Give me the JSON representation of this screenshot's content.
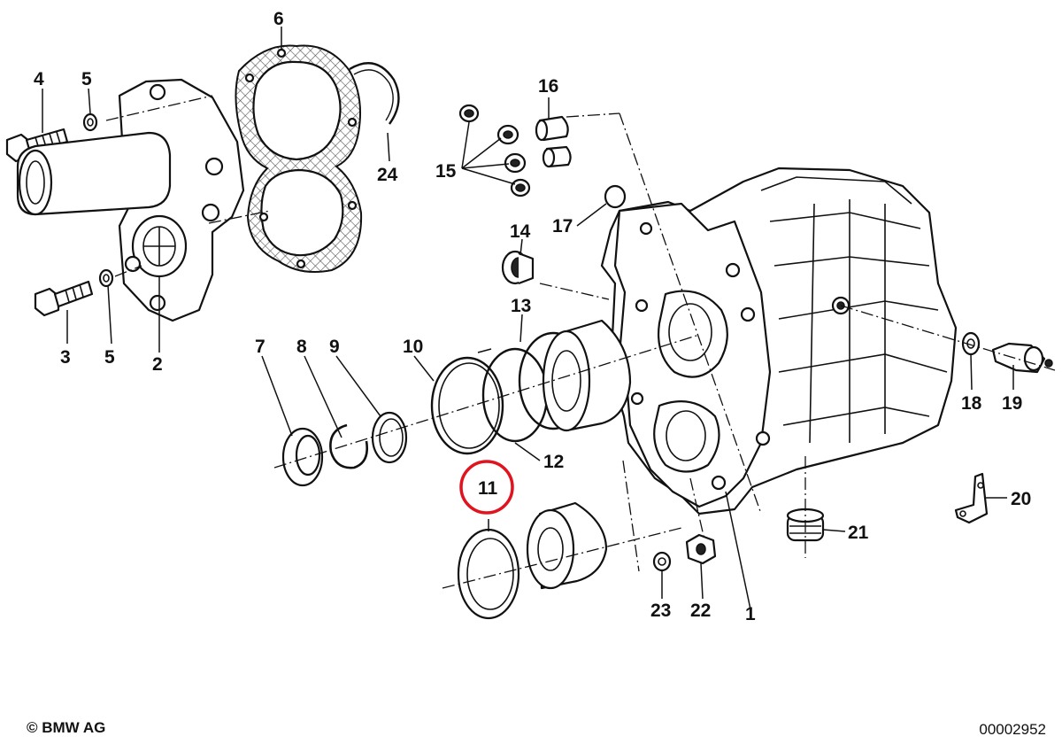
{
  "footer": {
    "copyright": "© BMW AG",
    "reference_number": "00002952"
  },
  "highlighted_part": "11",
  "part_labels": [
    "1",
    "2",
    "3",
    "4",
    "5",
    "5",
    "6",
    "7",
    "8",
    "9",
    "10",
    "11",
    "12",
    "13",
    "14",
    "15",
    "16",
    "17",
    "18",
    "19",
    "20",
    "21",
    "22",
    "23",
    "24"
  ],
  "highlight_color": "#e0141e"
}
